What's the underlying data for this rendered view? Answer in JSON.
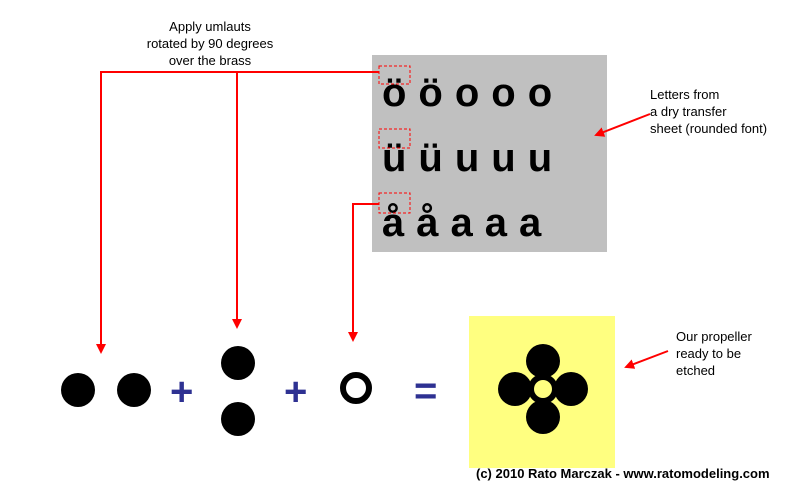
{
  "annotations": {
    "umlauts_note": [
      "Apply umlauts",
      "rotated by 90 degrees",
      "over the brass"
    ],
    "letters_note": [
      "Letters from",
      "a dry transfer",
      "sheet (rounded font)"
    ],
    "propeller_note": [
      "Our propeller",
      "ready to be",
      "etched"
    ]
  },
  "letter_rows": [
    {
      "text": "ööooo"
    },
    {
      "text": "üüuuu"
    },
    {
      "text": "ååaaa"
    }
  ],
  "equation": {
    "plus_1": "+",
    "plus_2": "+",
    "equals": "="
  },
  "credit": "(c) 2010 Rato Marczak - www.ratomodeling.com",
  "colors": {
    "arrow": "#ff0000",
    "operator": "#2e3192",
    "panel": "#c0c0c0",
    "result_background": "#ffff80"
  }
}
